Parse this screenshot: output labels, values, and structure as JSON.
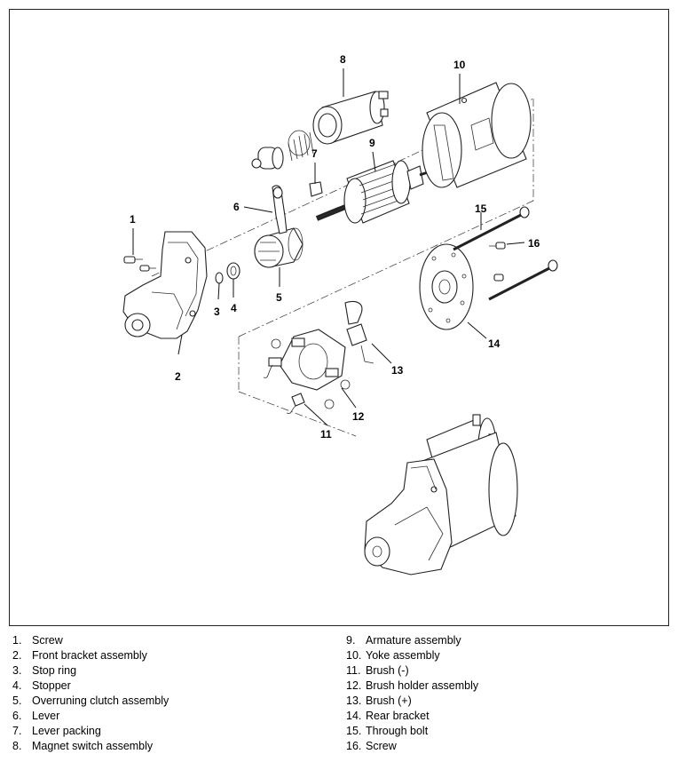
{
  "diagram": {
    "callouts": [
      "1",
      "2",
      "3",
      "4",
      "5",
      "6",
      "7",
      "8",
      "9",
      "10",
      "11",
      "12",
      "13",
      "14",
      "15",
      "16"
    ]
  },
  "legend": {
    "left": [
      {
        "num": "1.",
        "label": "Screw"
      },
      {
        "num": "2.",
        "label": "Front bracket assembly"
      },
      {
        "num": "3.",
        "label": "Stop ring"
      },
      {
        "num": "4.",
        "label": "Stopper"
      },
      {
        "num": "5.",
        "label": "Overruning clutch assembly"
      },
      {
        "num": "6.",
        "label": "Lever"
      },
      {
        "num": "7.",
        "label": "Lever packing"
      },
      {
        "num": "8.",
        "label": "Magnet switch assembly"
      }
    ],
    "right": [
      {
        "num": "9.",
        "label": "Armature assembly"
      },
      {
        "num": "10.",
        "label": "Yoke assembly"
      },
      {
        "num": "11.",
        "label": "Brush (-)"
      },
      {
        "num": "12.",
        "label": "Brush holder assembly"
      },
      {
        "num": "13.",
        "label": "Brush (+)"
      },
      {
        "num": "14.",
        "label": "Rear bracket"
      },
      {
        "num": "15.",
        "label": "Through bolt"
      },
      {
        "num": "16.",
        "label": "Screw"
      }
    ]
  }
}
